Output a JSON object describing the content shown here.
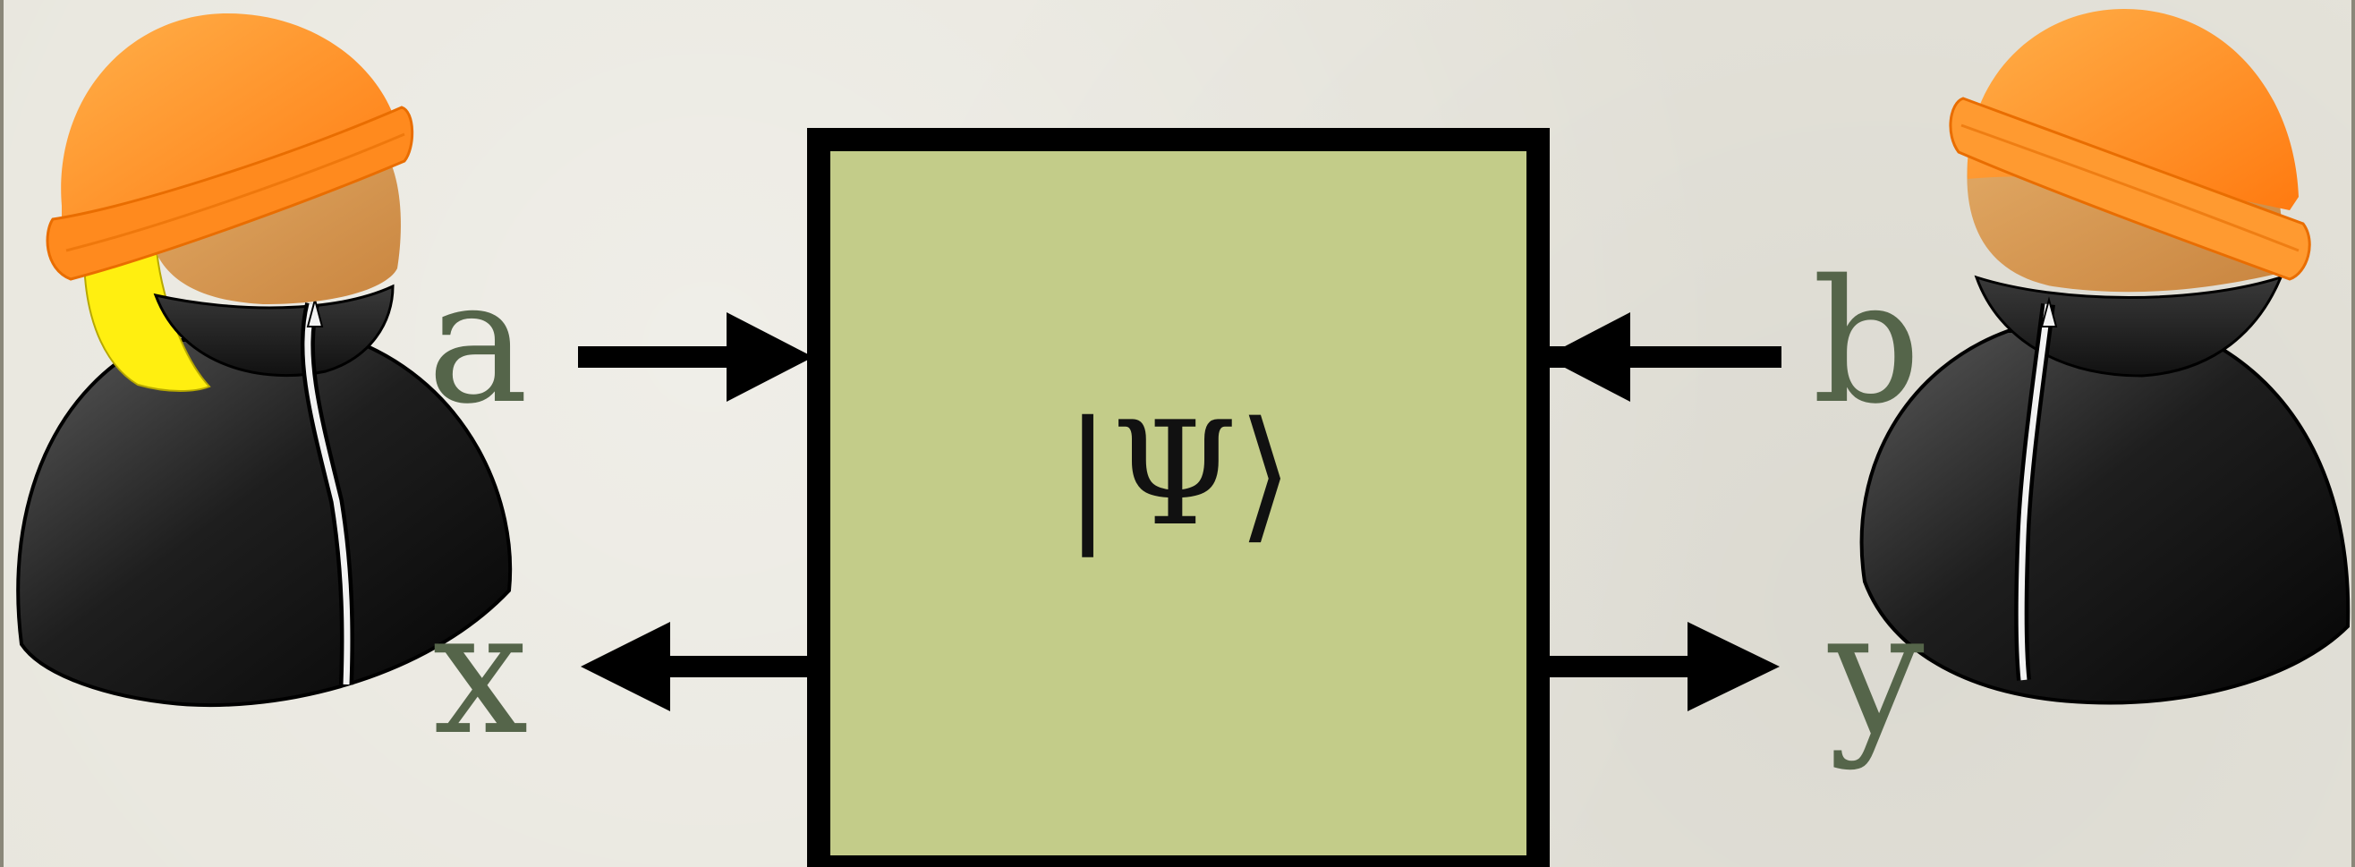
{
  "diagram": {
    "state_label": "|Ψ⟩",
    "alice": {
      "input_label": "a",
      "output_label": "x"
    },
    "bob": {
      "input_label": "b",
      "output_label": "y"
    }
  },
  "colors": {
    "background": "#e7e5dc",
    "box_fill": "#c3cc89",
    "box_border": "#000000",
    "label_color": "#55654a",
    "hat": "#ff8c24",
    "face": "#d99a55",
    "hair": "#ffee10",
    "body": "#1a1a1a"
  },
  "icons": [
    "alice-person-icon",
    "bob-person-icon",
    "arrow-right-icon",
    "arrow-left-icon"
  ]
}
